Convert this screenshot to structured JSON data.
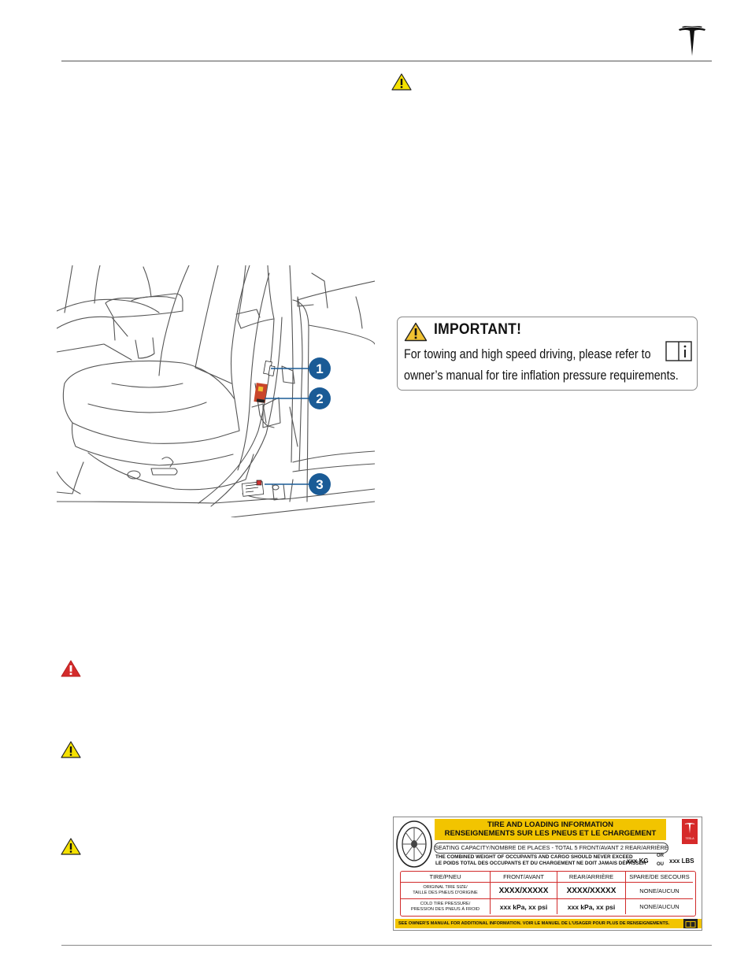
{
  "header": {
    "logo_icon": "tesla-logo-icon"
  },
  "icons": {
    "caution": "caution-triangle-icon",
    "warning": "warning-triangle-icon",
    "manual": "owners-manual-icon",
    "tire": "tire-icon"
  },
  "colors": {
    "warning_red": "#d42b2b",
    "caution_yellow": "#f5e100",
    "callout_blue": "#1a5b96",
    "placard_yellow": "#f2c400"
  },
  "figure": {
    "callouts": [
      "1",
      "2",
      "3"
    ]
  },
  "important_label": {
    "title": "IMPORTANT!",
    "line1": "For towing and high speed driving, please refer to",
    "line2": "owner’s manual for tire inflation pressure requirements."
  },
  "placard": {
    "title1": "TIRE AND LOADING INFORMATION",
    "title2": "RENSEIGNEMENTS SUR LES PNEUS ET LE CHARGEMENT",
    "seating": "SEATING CAPACITY/NOMBRE DE PLACES - TOTAL 5   FRONT/AVANT 2  REAR/ARRIÈRE 3",
    "combined1": "THE COMBINED WEIGHT OF OCCUPANTS AND CARGO SHOULD NEVER EXCEED",
    "combined2": "LE POIDS TOTAL DES OCCUPANTS ET DU CHARGEMENT NE DOIT JAMAIS DÉPASSER",
    "kg": "xxx KG",
    "or1": "OR",
    "or2": "OU",
    "lbs": "xxx LBS",
    "headers": [
      "TIRE/PNEU",
      "FRONT/AVANT",
      "REAR/ARRIÈRE",
      "SPARE/DE SECOURS"
    ],
    "row1_label1": "ORIGINAL TIRE SIZE/",
    "row1_label2": "TAILLE DES PNEUS D'ORIGINE",
    "row1_values": [
      "XXXX/XXXXX",
      "XXXX/XXXXX",
      "NONE/AUCUN"
    ],
    "row2_label1": "COLD TIRE PRESSURE/",
    "row2_label2": "PRESSION DES PNEUS À FROID",
    "row2_values": [
      "xxx kPa, xx psi",
      "xxx kPa, xx psi",
      "NONE/AUCUN"
    ],
    "footer": "SEE OWNER'S MANUAL FOR ADDITIONAL INFORMATION. VOIR LE MANUEL DE L'USAGER POUR PLUS DE RENSEIGNEMENTS.",
    "logo_text": "TESLA"
  }
}
